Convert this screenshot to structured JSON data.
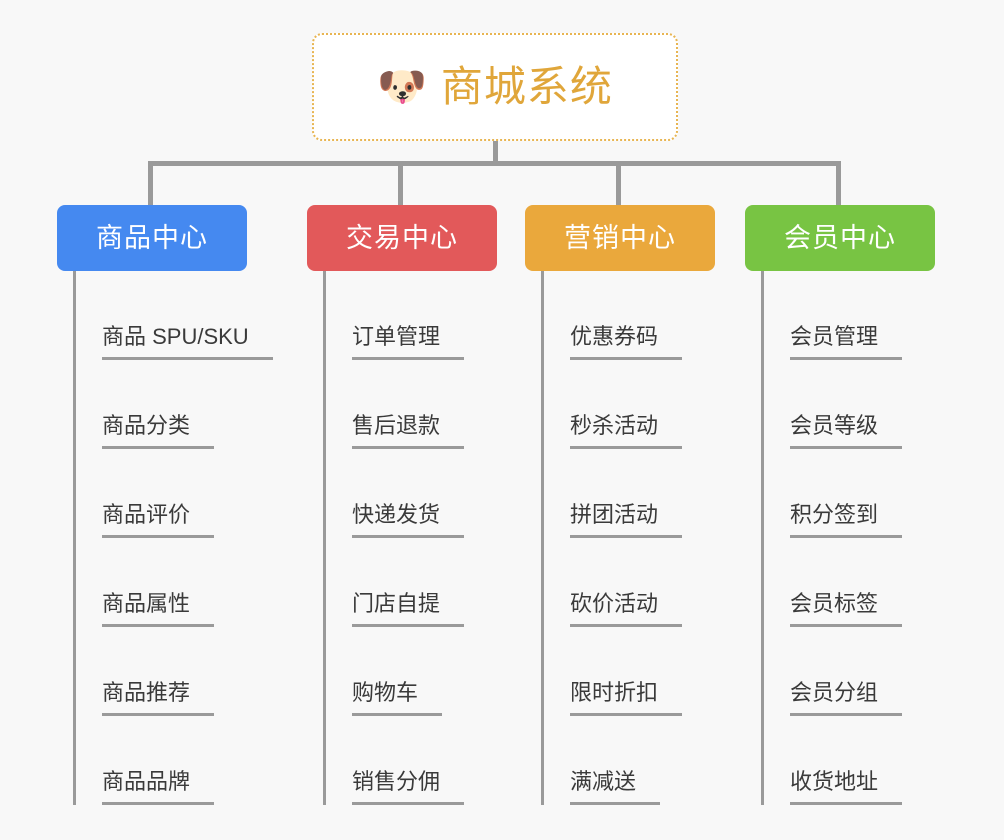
{
  "page": {
    "background_color": "#f8f8f8",
    "type": "organization-chart"
  },
  "root": {
    "icon": "shiba-dog-face-emoji",
    "icon_glyph": "🐶",
    "title": "商城系统",
    "text_color": "#e0a63a",
    "border_color": "#e8b552",
    "background_color": "#ffffff"
  },
  "connector": {
    "color": "#9a9a9a"
  },
  "columns": [
    {
      "id": "product-center",
      "label": "商品中心",
      "color": "#4589f0",
      "items": [
        "商品 SPU/SKU",
        "商品分类",
        "商品评价",
        "商品属性",
        "商品推荐",
        "商品品牌"
      ]
    },
    {
      "id": "trade-center",
      "label": "交易中心",
      "color": "#e2595a",
      "items": [
        "订单管理",
        "售后退款",
        "快递发货",
        "门店自提",
        "购物车",
        "销售分佣"
      ]
    },
    {
      "id": "marketing-center",
      "label": "营销中心",
      "color": "#eaa83c",
      "items": [
        "优惠券码",
        "秒杀活动",
        "拼团活动",
        "砍价活动",
        "限时折扣",
        "满减送"
      ]
    },
    {
      "id": "member-center",
      "label": "会员中心",
      "color": "#78c443",
      "items": [
        "会员管理",
        "会员等级",
        "积分签到",
        "会员标签",
        "会员分组",
        "收货地址"
      ]
    }
  ]
}
